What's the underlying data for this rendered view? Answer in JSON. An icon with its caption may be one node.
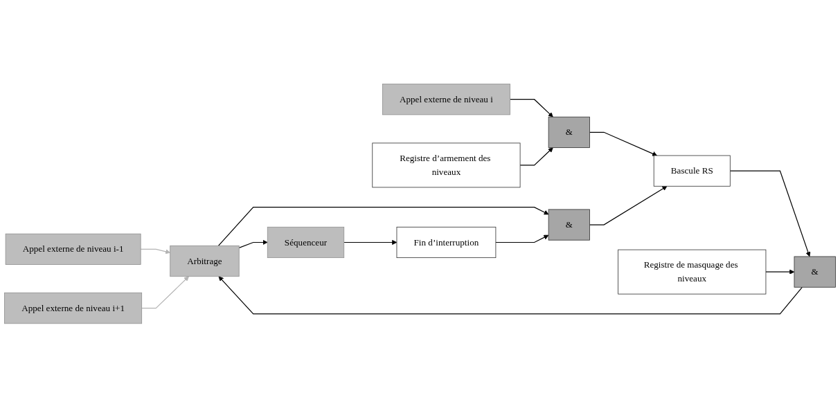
{
  "diagram": {
    "nodes": [
      {
        "text": [
          "Appel externe de niveau i-1"
        ]
      },
      {
        "text": [
          "Appel externe de niveau i"
        ]
      },
      {
        "text": [
          "&"
        ]
      },
      {
        "text": [
          "Bascule RS"
        ]
      },
      {
        "text": [
          "&"
        ]
      },
      {
        "text": [
          "Arbitrage"
        ]
      },
      {
        "text": [
          "Séquenceur"
        ]
      },
      {
        "text": [
          "Registre d’armement des niveaux"
        ]
      },
      {
        "text": [
          "Registre de masquage des niveaux"
        ]
      },
      {
        "text": [
          "&"
        ]
      },
      {
        "text": [
          "Fin d’interruption"
        ]
      },
      {
        "text": [
          "Appel externe de niveau i+1"
        ]
      }
    ],
    "edges": [
      {
        "from": 0,
        "to": 5,
        "arrow": "to",
        "color": "#b4b4b4"
      },
      {
        "from": 1,
        "to": 2,
        "arrow": "to"
      },
      {
        "from": 2,
        "to": 3,
        "arrow": "to"
      },
      {
        "from": 3,
        "to": 4,
        "arrow": "to"
      },
      {
        "from": 4,
        "to": 5,
        "arrow": "to"
      },
      {
        "from": 5,
        "to": 6,
        "arrow": "to"
      },
      {
        "from": 7,
        "to": 2,
        "arrow": "to"
      },
      {
        "from": 8,
        "to": 4,
        "arrow": "to"
      },
      {
        "from": 9,
        "to": 3,
        "arrow": "to"
      },
      {
        "from": 5,
        "to": 9,
        "arrow": "to"
      },
      {
        "from": 6,
        "to": 10,
        "arrow": "to"
      },
      {
        "from": 10,
        "to": 9,
        "arrow": "to"
      },
      {
        "from": 11,
        "to": 5,
        "arrow": "to",
        "color": "#b4b4b4"
      }
    ]
  }
}
